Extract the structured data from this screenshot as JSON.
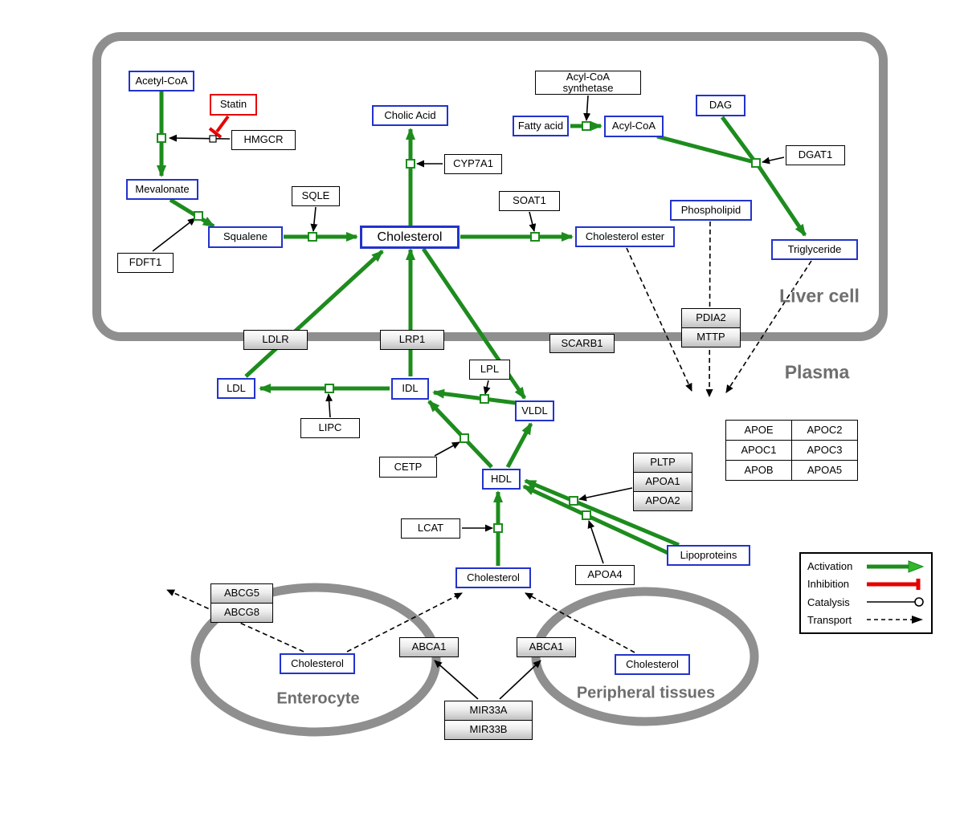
{
  "regions": {
    "liver_cell": "Liver cell",
    "plasma": "Plasma",
    "enterocyte": "Enterocyte",
    "peripheral_tissues": "Peripheral tissues"
  },
  "metabolites": {
    "acetyl_coa": "Acetyl-CoA",
    "mevalonate": "Mevalonate",
    "squalene": "Squalene",
    "cholic_acid": "Cholic Acid",
    "cholesterol_liver": "Cholesterol",
    "cholesterol_ester": "Cholesterol ester",
    "fatty_acid": "Fatty acid",
    "acyl_coa": "Acyl-CoA",
    "dag": "DAG",
    "phospholipid": "Phospholipid",
    "triglyceride": "Triglyceride",
    "ldl": "LDL",
    "idl": "IDL",
    "vldl": "VLDL",
    "hdl": "HDL",
    "cholesterol_plasma": "Cholesterol",
    "lipoproteins": "Lipoproteins",
    "cholesterol_enterocyte": "Cholesterol",
    "cholesterol_peripheral": "Cholesterol"
  },
  "proteins": {
    "statin": "Statin",
    "hmgcr": "HMGCR",
    "fdft1": "FDFT1",
    "sqle": "SQLE",
    "cyp7a1": "CYP7A1",
    "soat1": "SOAT1",
    "acs_line1": "Acyl-CoA",
    "acs_line2": "synthetase",
    "dgat1": "DGAT1",
    "lipc": "LIPC",
    "lpl": "LPL",
    "cetp": "CETP",
    "lcat": "LCAT",
    "apoa4": "APOA4"
  },
  "transporters": {
    "ldlr": "LDLR",
    "lrp1": "LRP1",
    "scarb1": "SCARB1",
    "pdia2": "PDIA2",
    "mttp": "MTTP",
    "abcg5": "ABCG5",
    "abcg8": "ABCG8",
    "abca1_enterocyte": "ABCA1",
    "abca1_peripheral": "ABCA1",
    "mir33a": "MIR33A",
    "mir33b": "MIR33B",
    "pltp": "PLTP",
    "apoa1": "APOA1",
    "apoa2": "APOA2"
  },
  "apo_table": {
    "r1c1": "APOE",
    "r1c2": "APOC2",
    "r2c1": "APOC1",
    "r2c2": "APOC3",
    "r3c1": "APOB",
    "r3c2": "APOA5"
  },
  "legend": {
    "activation": "Activation",
    "inhibition": "Inhibition",
    "catalysis": "Catalysis",
    "transport": "Transport"
  },
  "colors": {
    "activation_green": "#1d8c1d",
    "inhibition_red": "#e60000",
    "metabolite_blue": "#2233cc",
    "membrane_gray": "#8f8f8f"
  }
}
